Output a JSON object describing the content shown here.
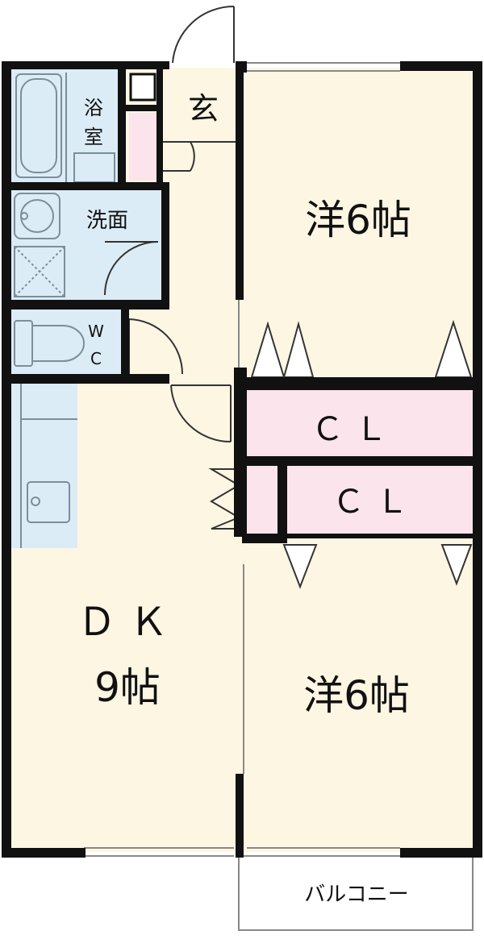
{
  "colors": {
    "floor": "#fdf6e3",
    "wet_area": "#dcecf6",
    "closet": "#fbe4ec",
    "wall": "#111111",
    "fixture_stroke": "#7a8f9a"
  },
  "rooms": {
    "entrance": "玄",
    "bathroom": "浴室",
    "washroom": "洗面",
    "toilet_top": "W",
    "toilet_bottom": "C",
    "western_room_north": "洋6帖",
    "closet_upper": "ＣＬ",
    "closet_lower": "ＣＬ",
    "dining_kitchen_line1": "ＤＫ",
    "dining_kitchen_line2": "9帖",
    "western_room_south": "洋6帖",
    "balcony": "バルコニー"
  }
}
